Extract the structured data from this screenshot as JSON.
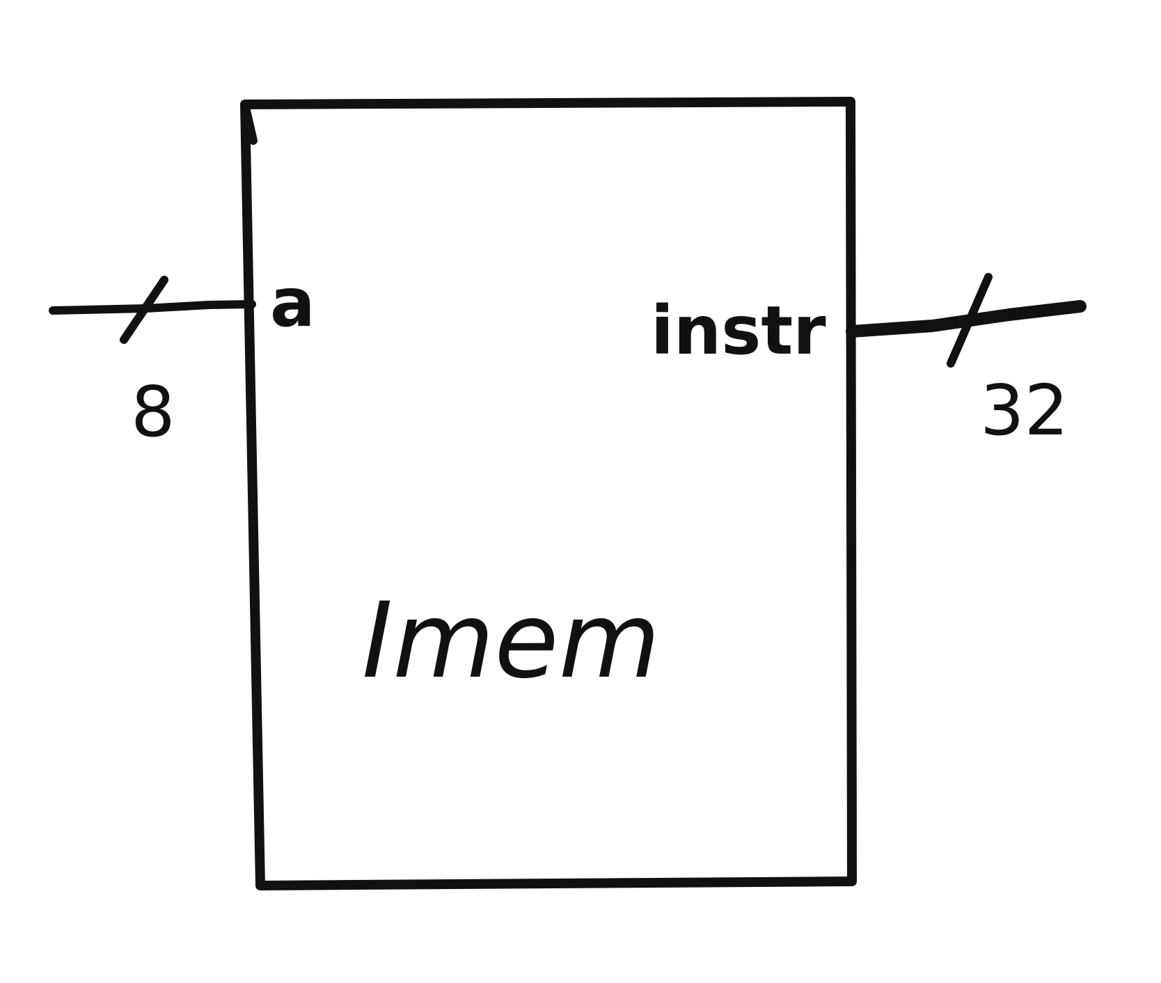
{
  "block": {
    "name": "Imem",
    "input_port": "a",
    "output_port": "instr"
  },
  "buses": {
    "input_width": "8",
    "output_width": "32"
  },
  "colors": {
    "ink": "#111111",
    "background": "#ffffff"
  }
}
